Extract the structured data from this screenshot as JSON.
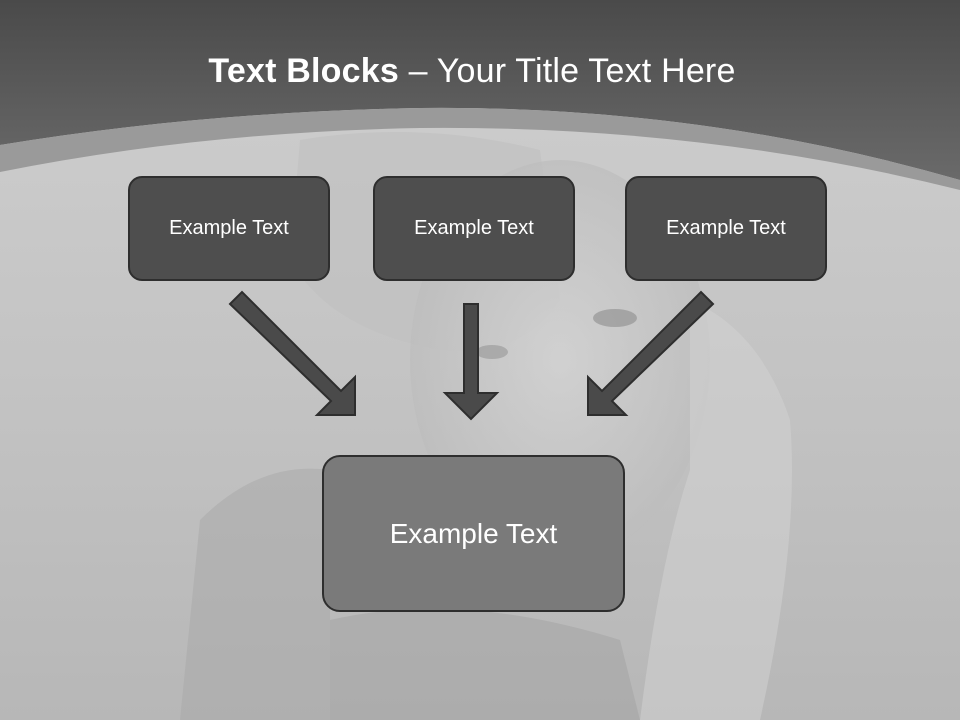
{
  "slide": {
    "title_bold": "Text Blocks",
    "title_rest": " – Your Title Text Here"
  },
  "diagram": {
    "top_boxes": [
      {
        "label": "Example Text"
      },
      {
        "label": "Example Text"
      },
      {
        "label": "Example Text"
      }
    ],
    "bottom_box": {
      "label": "Example Text"
    }
  },
  "colors": {
    "header_band": "#555555",
    "box_fill": "#4e4e4e",
    "center_box_fill": "#7a7a7a",
    "arrow_fill": "#4a4a4a",
    "outline": "#2e2e2e"
  }
}
